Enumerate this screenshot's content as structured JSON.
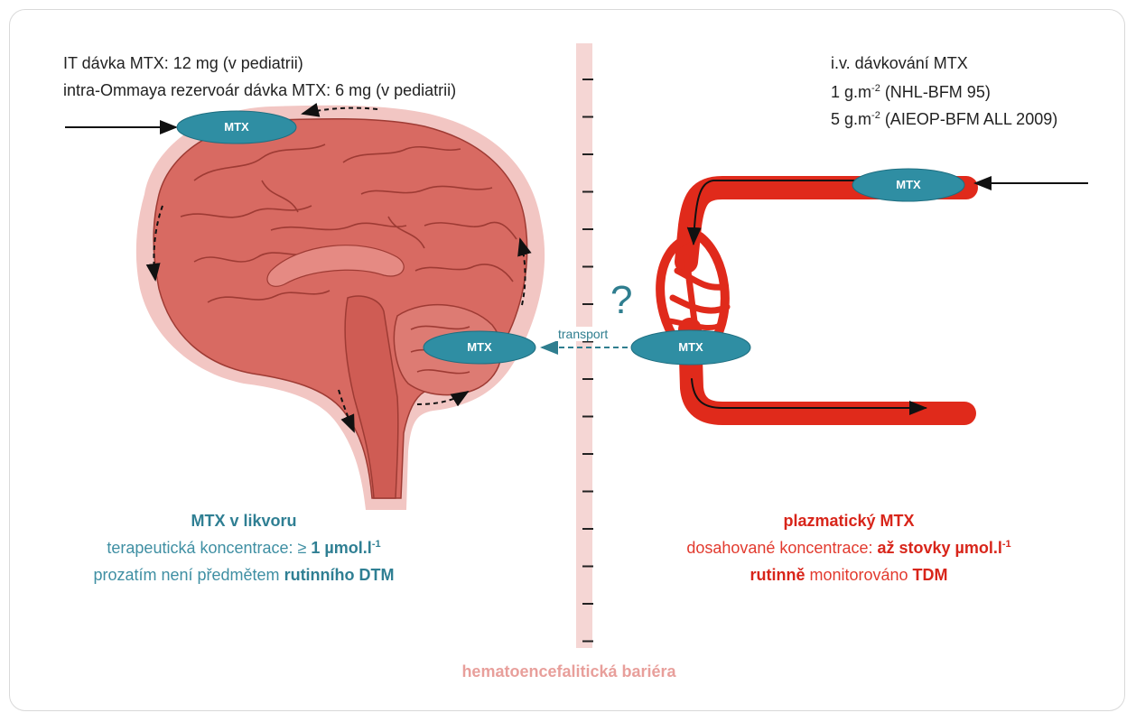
{
  "left_dose": {
    "line1": "IT dávka MTX: 12 mg (v pediatrii)",
    "line2": "intra-Ommaya rezervoár dávka MTX: 6 mg (v pediatrii)"
  },
  "right_dose": {
    "line1": "i.v. dávkování MTX",
    "line2_num": "1 g.m",
    "line2_exp": "-2",
    "line2_rest": " (NHL-BFM 95)",
    "line3_num": "5 g.m",
    "line3_exp": "-2",
    "line3_rest": " (AIEOP-BFM ALL 2009)"
  },
  "mtx_labels": {
    "brain_top": "MTX",
    "brain_side": "MTX",
    "vessel_top": "MTX",
    "vessel_mid": "MTX"
  },
  "question_mark": "?",
  "transport_label": "transport",
  "left_block": {
    "title": "MTX v likvoru",
    "line2_plain": "terapeutická koncentrace: ≥ ",
    "line2_bold": "1 µmol.l",
    "line2_exp": "-1",
    "line3_plain": "prozatím není předmětem ",
    "line3_bold": "rutinního DTM"
  },
  "right_block": {
    "title_plain": "plazmatický ",
    "title_bold": "MTX",
    "line2_plain": "dosahované koncentrace: ",
    "line2_bold": "až stovky µmol.l",
    "line2_exp": "-1",
    "line3_bold1": "rutinně",
    "line3_plain": " monitorováno ",
    "line3_bold2": "TDM"
  },
  "barrier_label": "hematoencefalitická bariéra",
  "colors": {
    "brain_halo": "#f2c6c3",
    "brain_fill": "#d86a62",
    "brain_line": "#9e3b34",
    "vessel": "#e02a1b",
    "pill": "#2f8ea3",
    "barrier": "#f5d6d4"
  }
}
